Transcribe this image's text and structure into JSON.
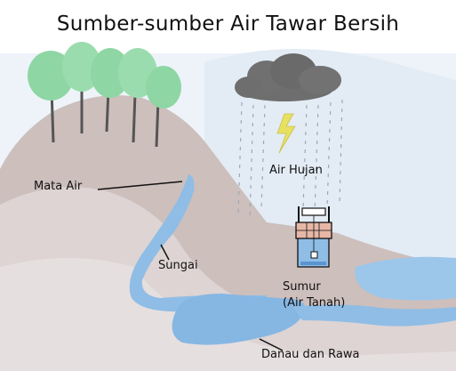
{
  "title": "Sumber-sumber Air Tawar Bersih",
  "labels": {
    "mata_air": "Mata Air",
    "air_hujan": "Air Hujan",
    "sungai": "Sungai",
    "sumur": "Sumur",
    "air_tanah": "(Air Tanah)",
    "danau_rawa": "Danau dan Rawa"
  },
  "colors": {
    "sky": "#dfe9f4",
    "hill": "#c9bab7",
    "ground": "#ddd3d2",
    "water": "#8fbde6",
    "water_dark": "#6fa7db",
    "tree_leaves": "#8ed6a4",
    "trunk": "#555555",
    "cloud": "#6e6e6e",
    "rain": "#9aa8b8",
    "lightning": "#e8e060"
  }
}
